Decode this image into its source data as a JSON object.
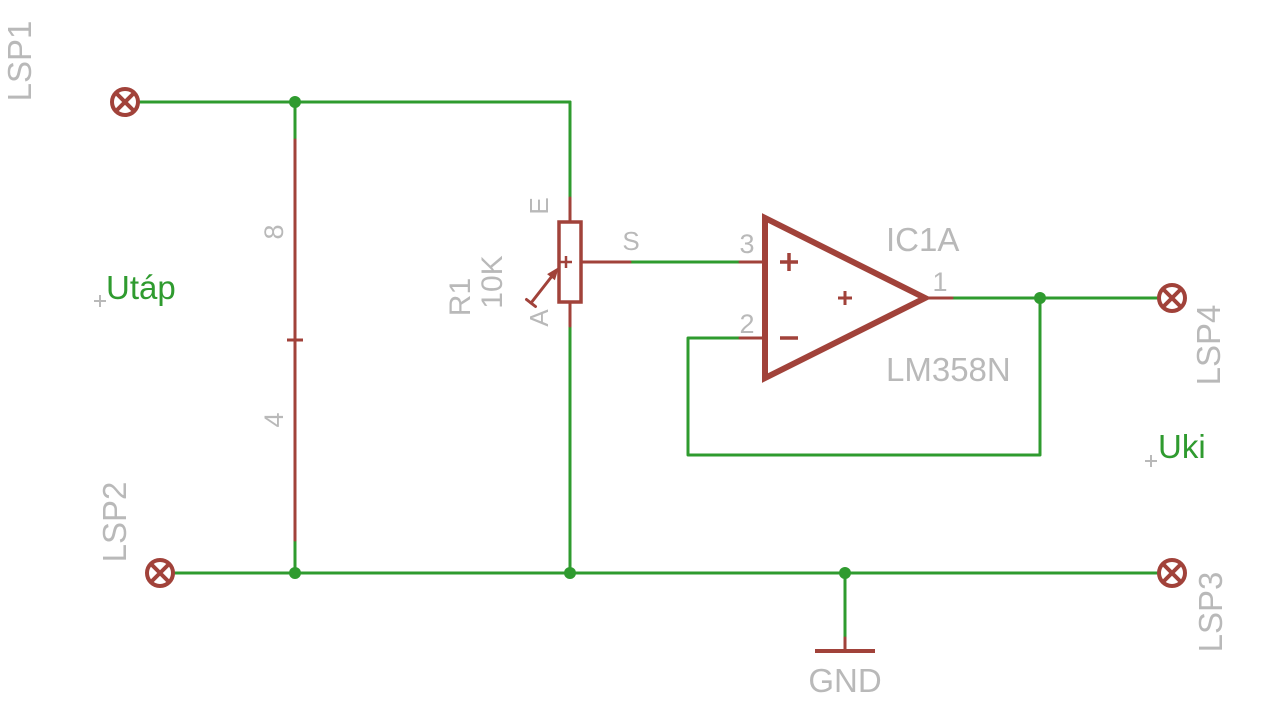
{
  "colors": {
    "background": "#ffffff",
    "symbol": "#a1423a",
    "wire": "#2f9b2f",
    "label": "#b9b9b9",
    "net": "#2f9b2f"
  },
  "pads": {
    "lsp1": "LSP1",
    "lsp2": "LSP2",
    "lsp3": "LSP3",
    "lsp4": "LSP4"
  },
  "ic": {
    "name": "IC1A",
    "value": "LM358N",
    "pin_in_plus": "3",
    "pin_in_minus": "2",
    "pin_out": "1"
  },
  "pot": {
    "name": "R1",
    "value": "10K",
    "pin_top": "E",
    "pin_wiper": "S",
    "pin_bottom": "A"
  },
  "power": {
    "pin_vcc": "8",
    "pin_gnd": "4"
  },
  "nets": {
    "supply": "Utáp",
    "output": "Uki",
    "ground": "GND"
  }
}
